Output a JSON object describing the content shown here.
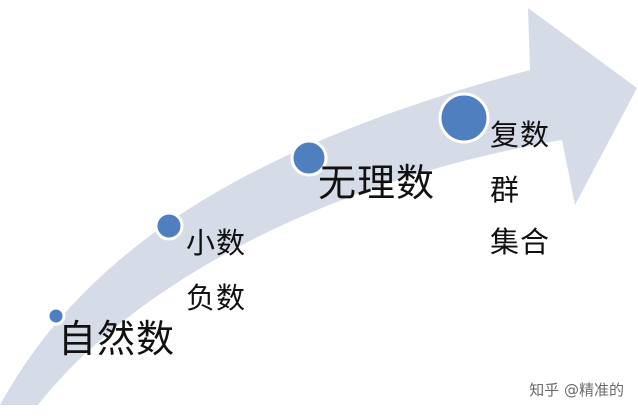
{
  "diagram": {
    "stages": [
      {
        "id": "s1",
        "lines": [
          "自然数"
        ]
      },
      {
        "id": "s2",
        "lines": [
          "小数",
          "负数"
        ]
      },
      {
        "id": "s3",
        "lines": [
          "无理数"
        ]
      },
      {
        "id": "s4",
        "lines": [
          "复数",
          "群",
          "集合"
        ]
      }
    ],
    "colors": {
      "arrow": "#d6dbe8",
      "dot": "#4f7fbf",
      "dot_ring": "#ffffff"
    }
  },
  "watermark": "知乎 @精准的"
}
